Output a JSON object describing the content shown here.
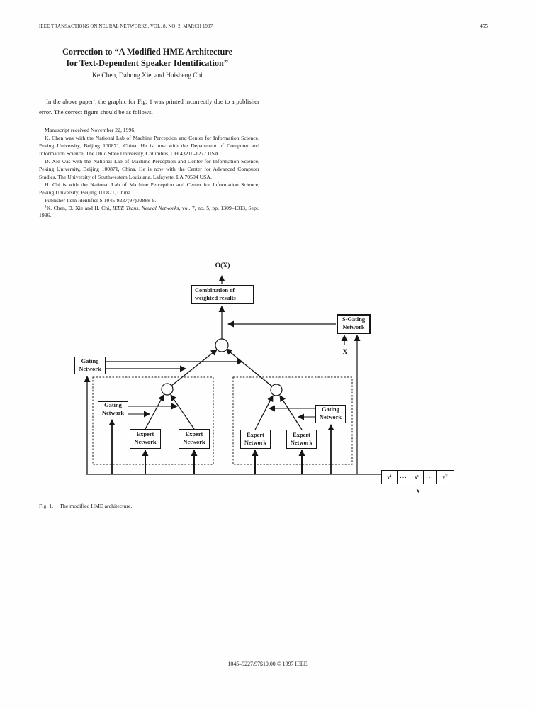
{
  "page": {
    "header": {
      "journal_line": "IEEE TRANSACTIONS ON NEURAL NETWORKS, VOL. 8, NO. 2, MARCH 1997",
      "page_number": "455"
    },
    "title": {
      "line1": "Correction to “A Modified HME Architecture",
      "line2": "for Text-Dependent Speaker Identification”"
    },
    "authors": "Ke Chen, Dahong Xie, and Huisheng Chi",
    "body": {
      "pre": "In the above paper",
      "footnote_marker": "1",
      "post": ", the graphic for Fig. 1 was printed incorrectly due to a publisher error. The correct figure should be as follows."
    },
    "footnotes": {
      "received": "Manuscript received November 22, 1996.",
      "chen": "K. Chen was with the National Lab of Machine Perception and Center for Information Science, Peking University, Beijing 100871, China. He is now with the Department of Computer and Information Science, The Ohio State University, Columbus, OH 43210-1277 USA.",
      "xie": "D. Xie was with the National Lab of Machine Perception and Center for Information Science, Peking University, Beijing 100871, China. He is now with the Center for Advanced Computer Studies, The University of Southwestern Louisiana, Lafayette, LA 70504 USA.",
      "chi": "H. Chi is with the National Lab of Machine Perception and Center for Information Science, Peking University, Beijing 100871, China.",
      "publisher_id": "Publisher Item Identifier S 1045-9227(97)02888-9.",
      "reference": {
        "marker": "1",
        "pre": "K. Chen, D. Xie and H. Chi, ",
        "italic": "IEEE Trans. Neural Networks",
        "post": ", vol. 7, no. 5, pp. 1309–1313, Sept. 1996."
      }
    },
    "caption": {
      "label": "Fig. 1.",
      "text": "The modified HME architecture."
    },
    "footer": "1045–9227/97$10.00 © 1997 IEEE"
  },
  "figure": {
    "output_label": "O(X)",
    "combination_box": {
      "line1": "Combination of",
      "line2": "weighted results"
    },
    "s_gating_box": {
      "line1": "S-Gating",
      "line2": "Network"
    },
    "gating_box": {
      "line1": "Gating",
      "line2": "Network"
    },
    "expert_box": {
      "line1": "Expert",
      "line2": "Network"
    },
    "input_x_label": "X",
    "sequence_x_label": "X",
    "input_cells": [
      {
        "base": "x",
        "sub": "1"
      },
      {
        "base": "···",
        "sub": ""
      },
      {
        "base": "x",
        "sub": "t"
      },
      {
        "base": "···",
        "sub": ""
      },
      {
        "base": "x",
        "sub": "T"
      }
    ],
    "diagram_colors": {
      "ink": "#151515",
      "paper": "#fefefe"
    }
  }
}
